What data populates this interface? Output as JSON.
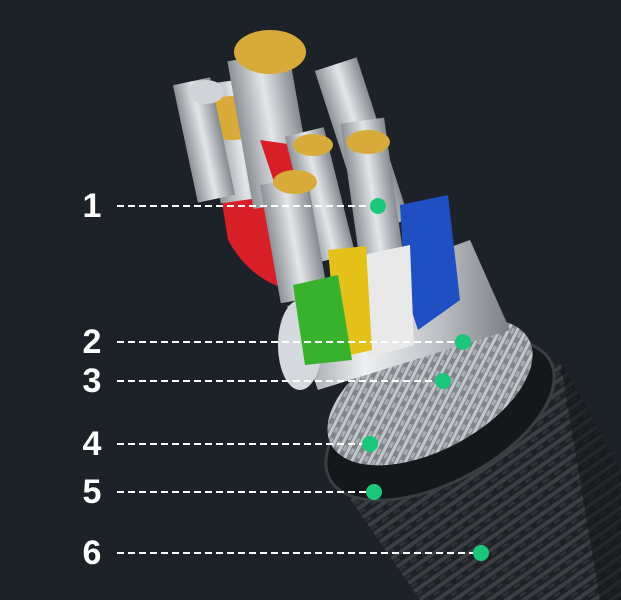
{
  "colors": {
    "background": "#1d2228",
    "label": "#ffffff",
    "leader_line": "#ffffff",
    "marker": "#1bc77a",
    "wire_red": "#d61f26",
    "wire_blue": "#1f4fc2",
    "wire_green": "#38b12d",
    "wire_yellow": "#e4c21a",
    "wire_white": "#e9e9e9",
    "copper_strand": "#d8aa3a",
    "foil_shield": "#c9ccd0",
    "braid_shield": "#9ea3a8",
    "outer_jacket": "#2a2d31"
  },
  "callouts": [
    {
      "label": "1"
    },
    {
      "label": "2"
    },
    {
      "label": "3"
    },
    {
      "label": "4"
    },
    {
      "label": "5"
    },
    {
      "label": "6"
    }
  ]
}
